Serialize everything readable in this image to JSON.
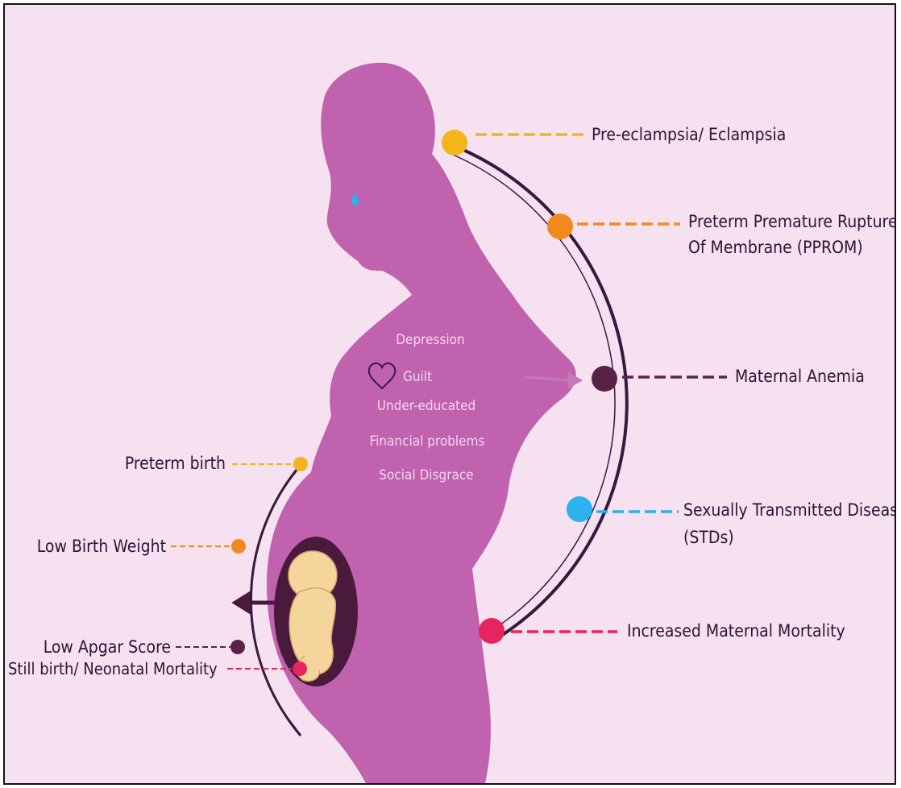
{
  "inner_factors": [
    "Depression",
    "Guilt",
    "Under-educated",
    "Financial problems",
    "Social Disgrace"
  ],
  "maternal_outcomes": [
    {
      "label": "Pre-eclampsia/ Eclampsia",
      "color": "#f2b51c"
    },
    {
      "label_line1": "Preterm Premature Rupture",
      "label_line2": "Of Membrane (PPROM)",
      "color": "#f2891f"
    },
    {
      "label": "Maternal Anemia",
      "color": "#5b2248"
    },
    {
      "label_line1": "Sexually Transmitted Diseases",
      "label_line2": "(STDs)",
      "color": "#2ab3ec"
    },
    {
      "label": "Increased Maternal Mortality",
      "color": "#e8245c"
    }
  ],
  "fetal_outcomes": [
    {
      "label": "Preterm birth",
      "color": "#f2b51c"
    },
    {
      "label": "Low Birth Weight",
      "color": "#f2891f"
    },
    {
      "label": "Low Apgar Score",
      "color": "#5b2248"
    },
    {
      "label": "Still birth/ Neonatal Mortality",
      "color": "#e8245c"
    }
  ],
  "colors": {
    "background": "#f6e1f0",
    "silhouette": "#c062ad",
    "arc": "#35193f",
    "womb": "#4a1a3c",
    "fetus": "#f4d69c"
  },
  "icons": [
    "heart-icon",
    "tear-icon",
    "fetus-icon"
  ]
}
